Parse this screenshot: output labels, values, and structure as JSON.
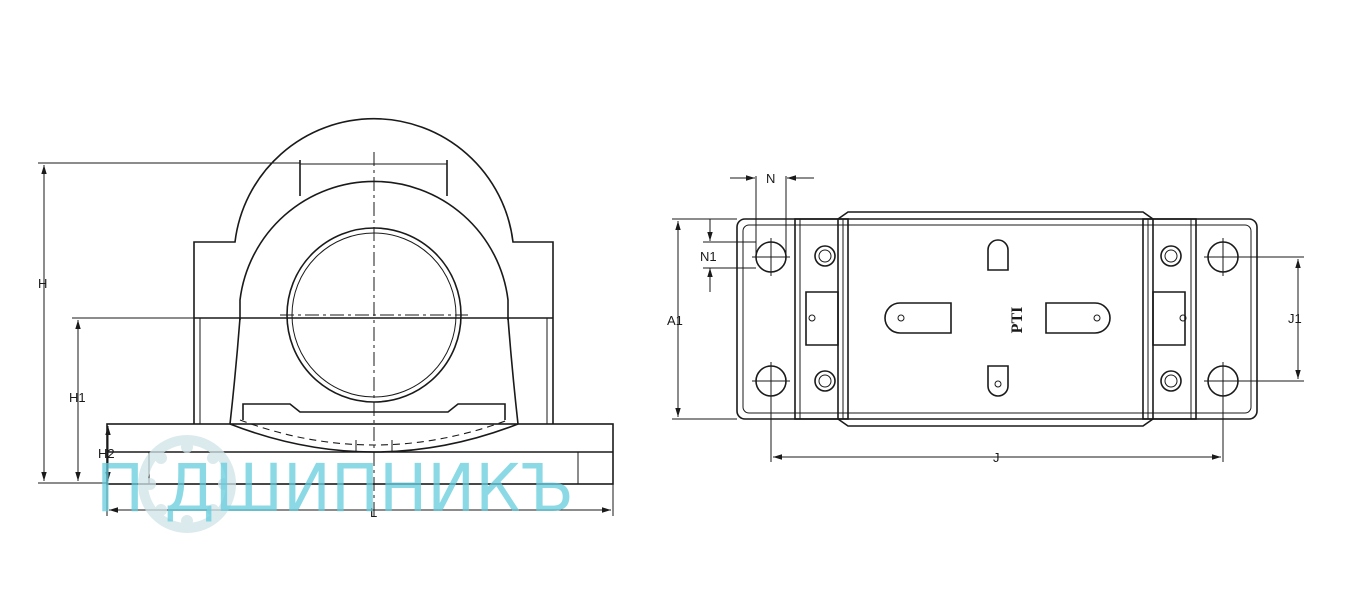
{
  "diagram": {
    "front_view": {
      "dimension_labels": {
        "H": "H",
        "H1": "H1",
        "H2": "H2",
        "L": "L"
      }
    },
    "top_view": {
      "dimension_labels": {
        "N": "N",
        "N1": "N1",
        "A1": "A1",
        "J": "J",
        "J1": "J1"
      },
      "brand_mark": "PTI"
    },
    "watermark": {
      "text": "П ДШИПНИКЪ",
      "color": "#66ccdd"
    }
  }
}
